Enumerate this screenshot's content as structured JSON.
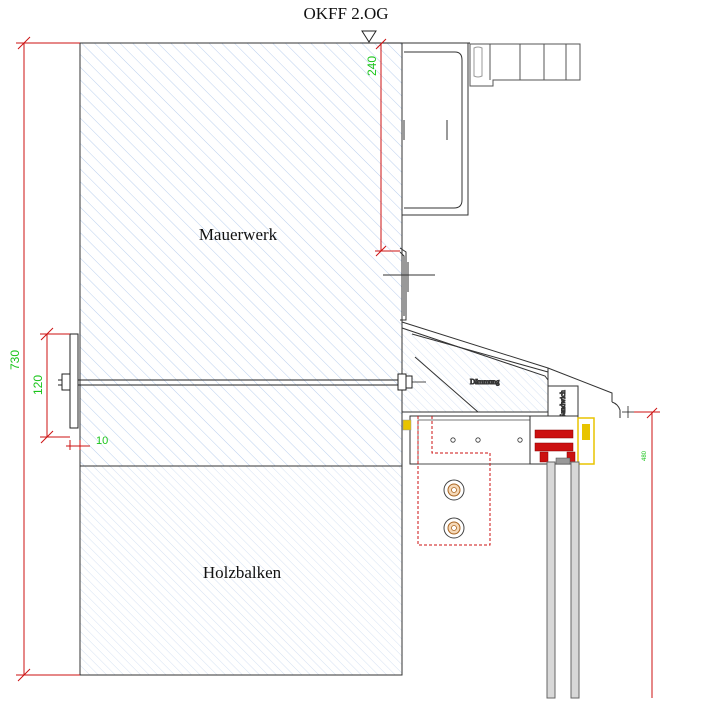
{
  "labels": {
    "level": "OKFF 2.OG",
    "masonry": "Mauerwerk",
    "timber_beam": "Holzbalken",
    "insulation": "Dämmung",
    "sandwich": "Sandwich"
  },
  "dimensions": {
    "total_height": "730",
    "anchor_height": "120",
    "anchor_offset": "10",
    "slab_offset": "240",
    "window_height": "480"
  },
  "colors": {
    "hatch": "#a9c4ea",
    "dimension": "#19c419",
    "red": "#cc1111",
    "yellow": "#e8c400",
    "line": "#222222"
  }
}
